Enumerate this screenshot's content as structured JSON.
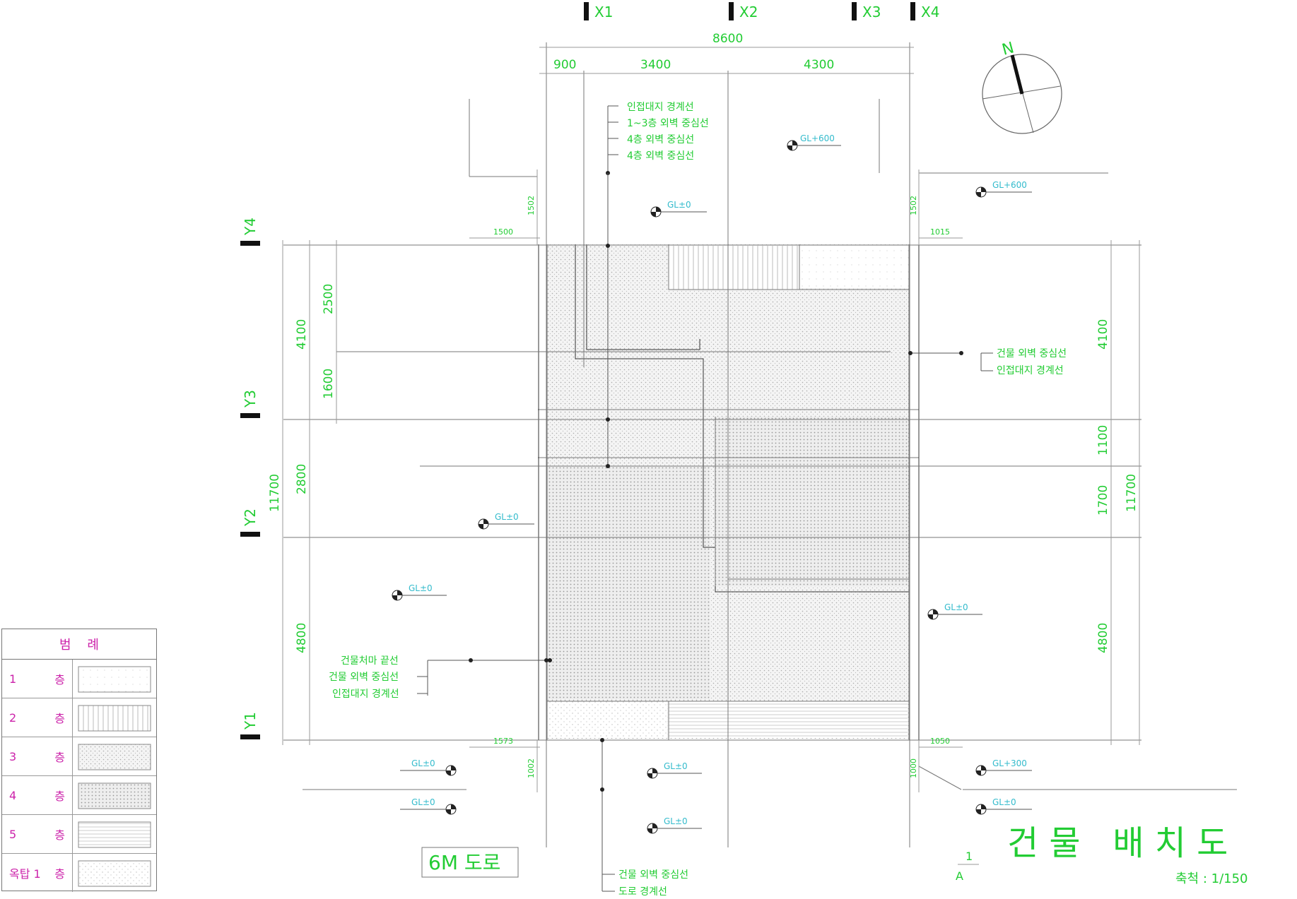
{
  "grid": {
    "columns": [
      "X1",
      "X2",
      "X3",
      "X4"
    ],
    "rows": [
      "Y4",
      "Y3",
      "Y2",
      "Y1"
    ]
  },
  "dims": {
    "top_total": "8600",
    "top_spans": [
      "900",
      "3400",
      "4300"
    ],
    "left_total": "11700",
    "left_mid": [
      "4100",
      "2800",
      "4800"
    ],
    "left_inner": [
      "2500",
      "1600"
    ],
    "right_total": "11700",
    "right_mid": [
      "4100",
      "1100",
      "1700",
      "4800"
    ],
    "setback_top_left": "1500",
    "setback_top_right": "1015",
    "setback_bottom_left": "1573",
    "setback_bottom_right": "1050",
    "v_small_tl": "1502",
    "v_small_tr": "1502",
    "v_small_bl": "1002",
    "v_small_br": "1000"
  },
  "labels": {
    "top_notes": [
      "인접대지 경계선",
      "1~3층 외벽 중심선",
      "4층 외벽 중심선",
      "4층 외벽 중심선"
    ],
    "right_notes": [
      "건물 외벽 중심선",
      "인접대지 경계선"
    ],
    "left_notes": [
      "건물처마 끝선",
      "건물 외벽 중심선",
      "인접대지 경계선"
    ],
    "bottom_notes": [
      "건물 외벽 중심선",
      "도로 경계선"
    ],
    "road": "6M 도로",
    "title": "건 물   배 치 도",
    "scale": "축척 : 1/150",
    "section_mark_top": "1",
    "section_mark_bottom": "A",
    "north": "N"
  },
  "levels": {
    "top_inside": "GL+600",
    "top_center": "GL±0",
    "top_right": "GL+600",
    "left_mid": "GL±0",
    "left_low": "GL±0",
    "right_low": "GL±0",
    "bottom_left_1": "GL±0",
    "bottom_left_2": "GL±0",
    "bottom_center_1": "GL±0",
    "bottom_center_2": "GL±0",
    "bottom_right_1": "GL+300",
    "bottom_right_2": "GL±0"
  },
  "legend": {
    "header": "범    례",
    "rows": [
      {
        "num": "1",
        "unit": "층"
      },
      {
        "num": "2",
        "unit": "층"
      },
      {
        "num": "3",
        "unit": "층"
      },
      {
        "num": "4",
        "unit": "층"
      },
      {
        "num": "5",
        "unit": "층"
      },
      {
        "num": "옥탑 1",
        "unit": "층"
      }
    ]
  },
  "colors": {
    "dimension_text": "#22cc33",
    "level_text": "#33bbcc",
    "legend_text": "#cc22aa"
  }
}
